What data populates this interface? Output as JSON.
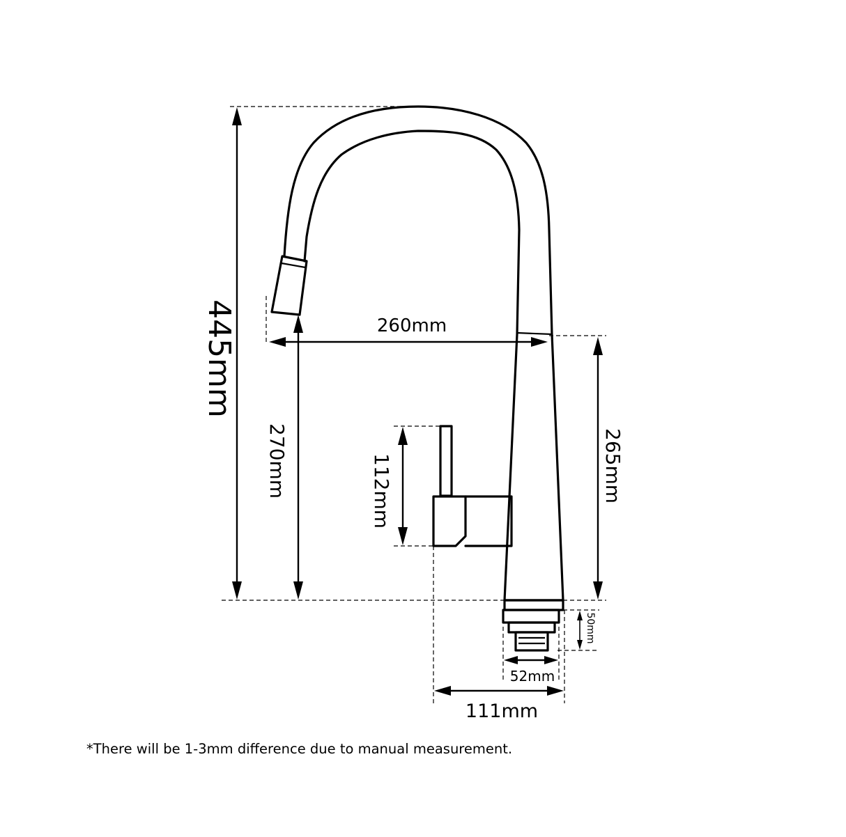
{
  "dimensions": {
    "total_height": "445mm",
    "spout_reach": "260mm",
    "spout_height": "270mm",
    "body_height": "265mm",
    "handle_height": "112mm",
    "shank_height": "50mm",
    "shank_diameter": "52mm",
    "base_width": "111mm"
  },
  "footnote": "*There will be 1-3mm difference due to manual measurement."
}
